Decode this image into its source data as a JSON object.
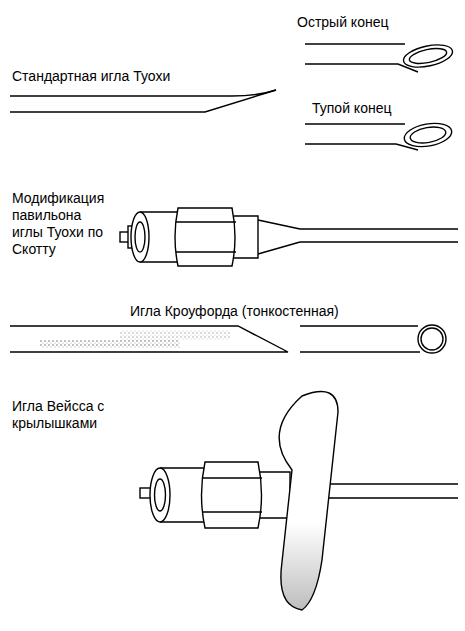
{
  "diagram": {
    "labels": [
      "Острый конец",
      "Стандартная игла Туохи",
      "Тупой конец",
      "Модификация павильона иглы Туохи по Скотту",
      "Игла Кроуфорда (тонкостенная)",
      "Игла Вейсса с крылышками"
    ]
  }
}
